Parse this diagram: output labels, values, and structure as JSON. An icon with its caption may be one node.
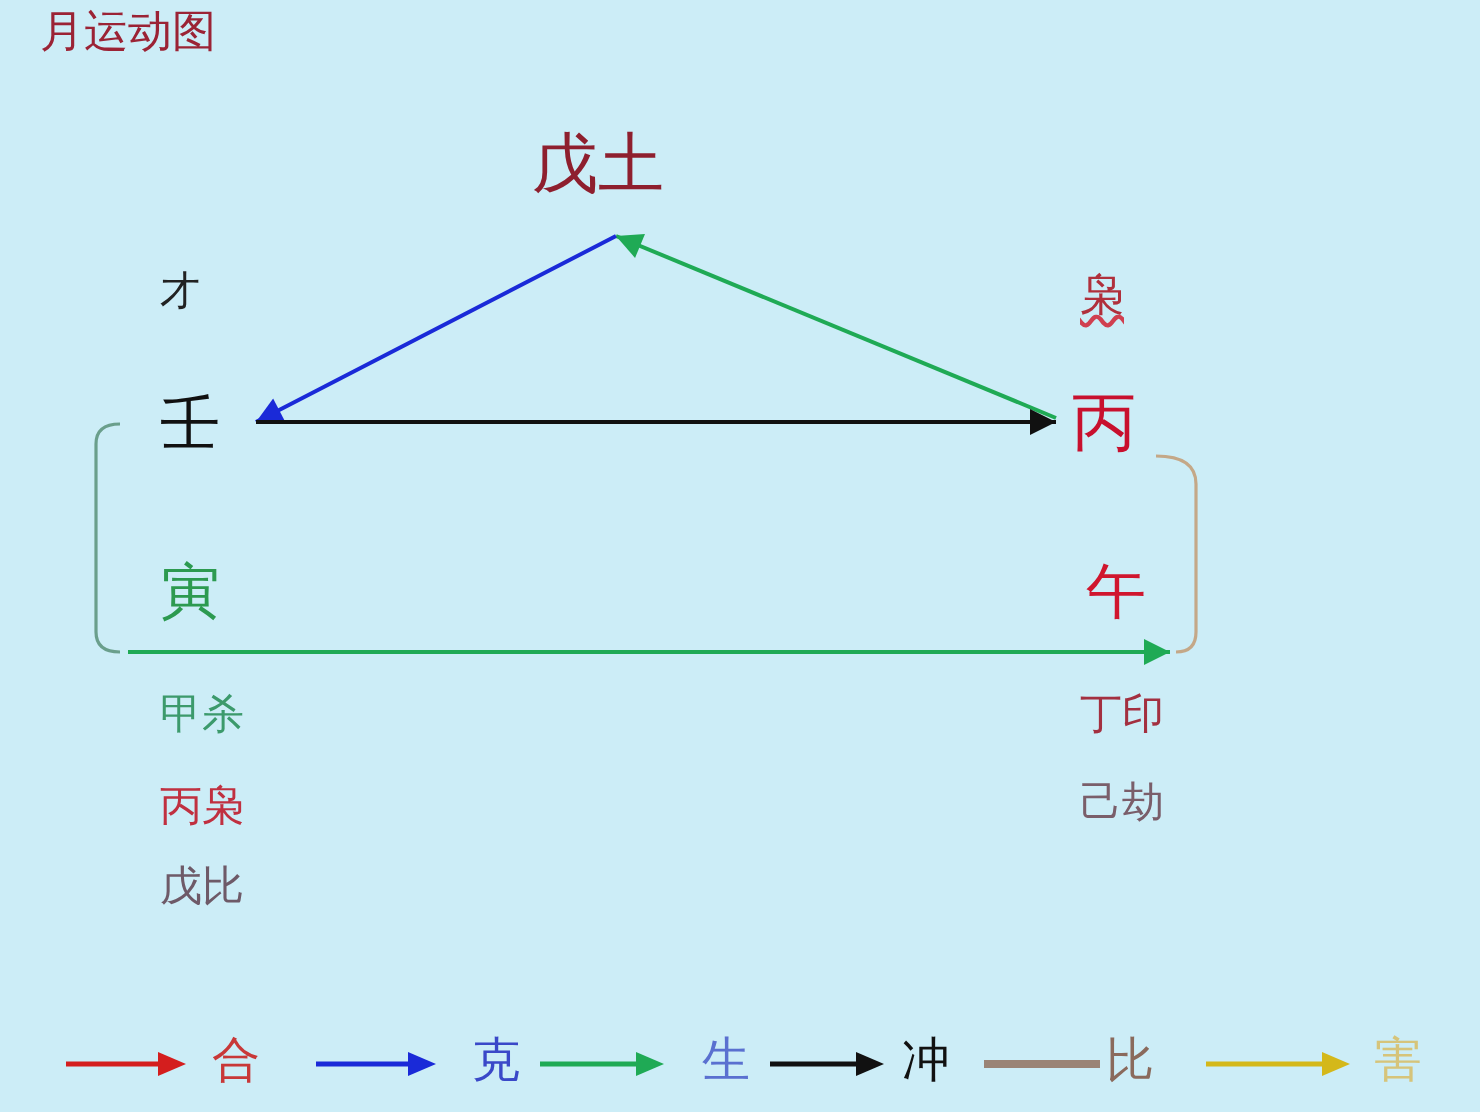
{
  "diagram": {
    "title": "月运动图",
    "nodes": [
      {
        "text": [
          "戊土"
        ]
      },
      {
        "text": [
          "壬"
        ],
        "beside": [
          "才"
        ]
      },
      {
        "text": [
          "丙"
        ],
        "beside": [
          "枭"
        ]
      },
      {
        "text": [
          "寅"
        ],
        "beside": [
          "甲杀",
          "丙枭",
          "戊比"
        ]
      },
      {
        "text": [
          "午"
        ],
        "beside": [
          "丁印",
          "己劫"
        ]
      }
    ],
    "edges": [
      {
        "from": 2,
        "to": 0,
        "arrow": "to",
        "color": "#1faa55"
      },
      {
        "from": 0,
        "to": 1,
        "arrow": "to",
        "color": "#1a2ad8"
      },
      {
        "from": 1,
        "to": 2,
        "arrow": "to",
        "color": "#111111"
      },
      {
        "from": 3,
        "to": 4,
        "arrow": "to",
        "color": "#1faa55"
      },
      {
        "from": 1,
        "to": 3,
        "arrow": "none",
        "color": "#6a9f8c"
      },
      {
        "from": 2,
        "to": 4,
        "arrow": "none",
        "color": "#c4a888"
      }
    ],
    "legend": [
      {
        "text": "合",
        "color": "#d41e1e"
      },
      {
        "text": "克",
        "color": "#1a2ad8"
      },
      {
        "text": "生",
        "color": "#1faa55"
      },
      {
        "text": "冲",
        "color": "#111111"
      },
      {
        "text": "比",
        "color": "#9a8476"
      },
      {
        "text": "害",
        "color": "#d4b81a"
      }
    ]
  }
}
